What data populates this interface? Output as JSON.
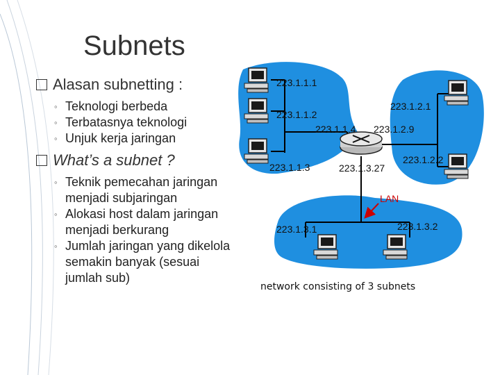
{
  "slide": {
    "title": "Subnets",
    "bullets": [
      {
        "text": "Alasan subnetting :",
        "italic": false,
        "subs": [
          "Teknologi berbeda",
          "Terbatasnya teknologi",
          "Unjuk kerja jaringan"
        ]
      },
      {
        "text": "What’s a subnet ?",
        "italic": true,
        "subs": [
          "Teknik pemecahan jaringan menjadi subjaringan",
          "Alokasi host dalam jaringan menjadi berkurang",
          "Jumlah jaringan yang dikelola semakin banyak (sesuai jumlah sub)"
        ]
      }
    ]
  },
  "diagram": {
    "addresses": {
      "h111": "223.1.1.1",
      "h112": "223.1.1.2",
      "h113": "223.1.1.3",
      "r114": "223.1.1.4",
      "h121": "223.1.2.1",
      "r129": "223.1.2.9",
      "h122": "223.1.2.2",
      "r1327": "223.1.3.27",
      "h131": "223.1.3.1",
      "h132": "223.1.3.2"
    },
    "lan_label": "LAN",
    "caption": "network consisting of 3 subnets",
    "colors": {
      "subnet_fill": "#1f8fe0",
      "link": "#000000",
      "lan_label": "#cc0000",
      "arrow": "#cc0000"
    }
  }
}
